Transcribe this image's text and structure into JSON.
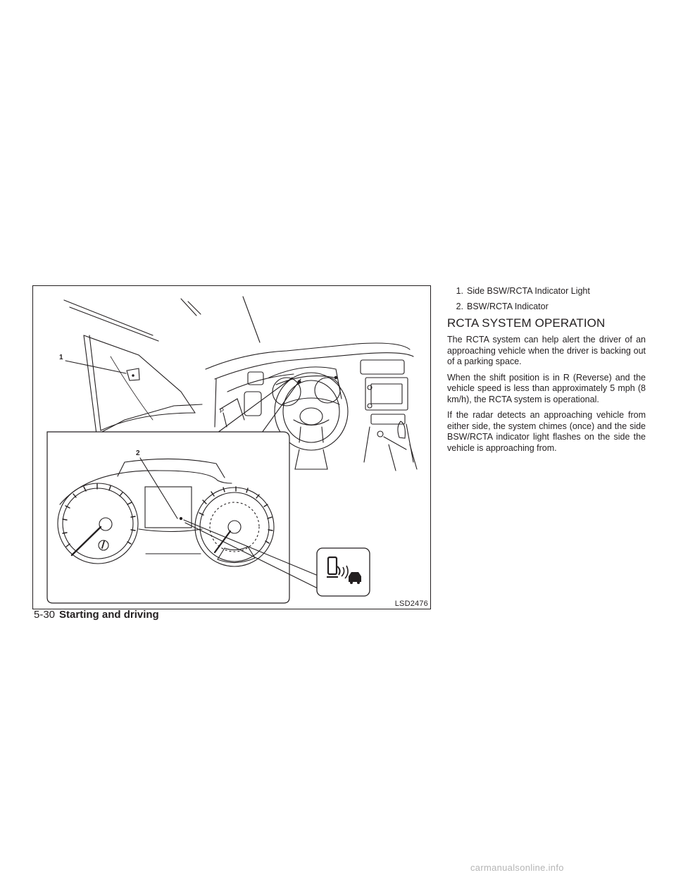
{
  "figure": {
    "code": "LSD2476",
    "callouts": [
      "1",
      "2"
    ]
  },
  "legend": [
    {
      "num": "1.",
      "text": "Side BSW/RCTA Indicator Light"
    },
    {
      "num": "2.",
      "text": "BSW/RCTA Indicator"
    }
  ],
  "section": {
    "heading": "RCTA SYSTEM OPERATION",
    "paragraphs": [
      "The RCTA system can help alert the driver of an approaching vehicle when the driver is backing out of a parking space.",
      "When the shift position is in R (Reverse) and the vehicle speed is less than approximately 5 mph (8 km/h), the RCTA system is operational.",
      "If the radar detects an approaching vehicle from either side, the system chimes (once) and the side BSW/RCTA indicator light flashes on the side the vehicle is approaching from."
    ]
  },
  "footer": {
    "page": "5-30",
    "section": "Starting and driving"
  },
  "watermark": "carmanualsonline.info"
}
